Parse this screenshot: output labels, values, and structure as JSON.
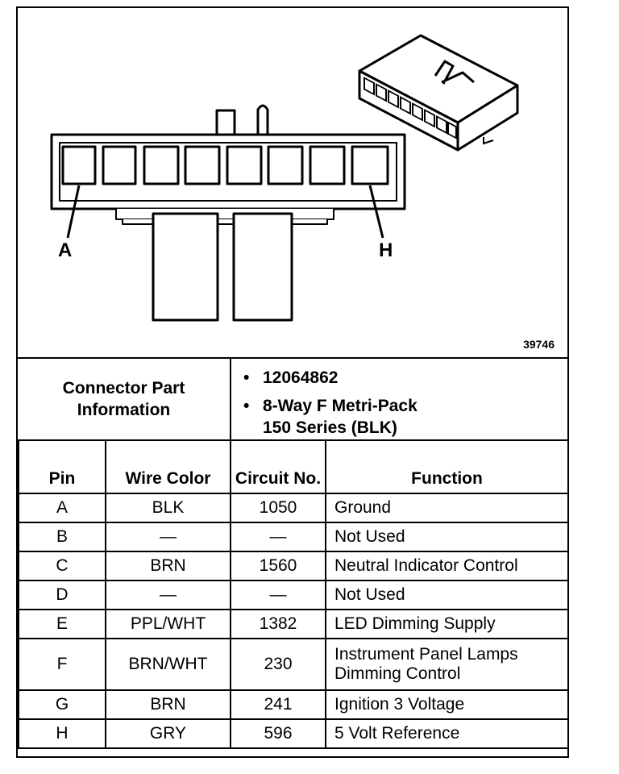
{
  "diagram": {
    "label_left": "A",
    "label_right": "H",
    "figure_number": "39746",
    "icons": [
      "connector-front-view",
      "connector-3d-view"
    ]
  },
  "connector_info": {
    "label": "Connector Part Information",
    "items": [
      "12064862",
      "8-Way F Metri-Pack",
      "150 Series (BLK)"
    ]
  },
  "table": {
    "headers": {
      "pin": "Pin",
      "wire_color": "Wire Color",
      "circuit": "Circuit No.",
      "function": "Function"
    },
    "rows": [
      {
        "pin": "A",
        "wire": "BLK",
        "circuit": "1050",
        "function": "Ground"
      },
      {
        "pin": "B",
        "wire": "—",
        "circuit": "—",
        "function": "Not Used"
      },
      {
        "pin": "C",
        "wire": "BRN",
        "circuit": "1560",
        "function": "Neutral Indicator Control"
      },
      {
        "pin": "D",
        "wire": "—",
        "circuit": "—",
        "function": "Not Used"
      },
      {
        "pin": "E",
        "wire": "PPL/WHT",
        "circuit": "1382",
        "function": "LED Dimming Supply"
      },
      {
        "pin": "F",
        "wire": "BRN/WHT",
        "circuit": "230",
        "function": "Instrument Panel Lamps Dimming Control"
      },
      {
        "pin": "G",
        "wire": "BRN",
        "circuit": "241",
        "function": "Ignition 3 Voltage"
      },
      {
        "pin": "H",
        "wire": "GRY",
        "circuit": "596",
        "function": "5 Volt Reference"
      }
    ]
  }
}
